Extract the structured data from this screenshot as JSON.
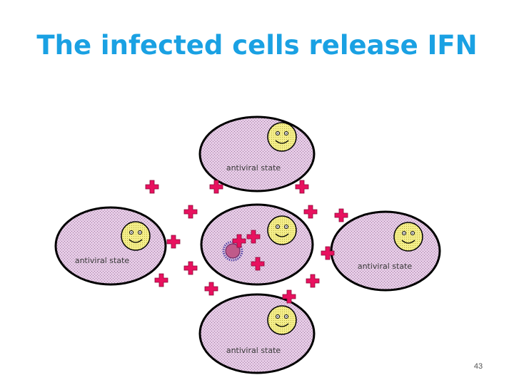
{
  "slide": {
    "title": "The infected cells release IFN",
    "page_number": "43"
  },
  "cells": [
    {
      "id": "top",
      "label": "antiviral state",
      "infected": false
    },
    {
      "id": "left",
      "label": "antiviral state",
      "infected": false
    },
    {
      "id": "center",
      "label": "",
      "infected": true
    },
    {
      "id": "right",
      "label": "antiviral state",
      "infected": false
    },
    {
      "id": "bottom",
      "label": "antiviral state",
      "infected": false
    }
  ],
  "colors": {
    "title": "#1aa1e3",
    "cell_fill": "#e6cbe6",
    "cell_stroke": "#000000",
    "nucleus_fill": "#f4ee8a",
    "ifn_cross": "#e8115f",
    "virus": "#8a2a8a"
  },
  "icons": {
    "nucleus": "smiley-face-nucleus",
    "ifn": "cross-shaped-ifn-molecule",
    "virus": "spiky-virus-particle"
  }
}
